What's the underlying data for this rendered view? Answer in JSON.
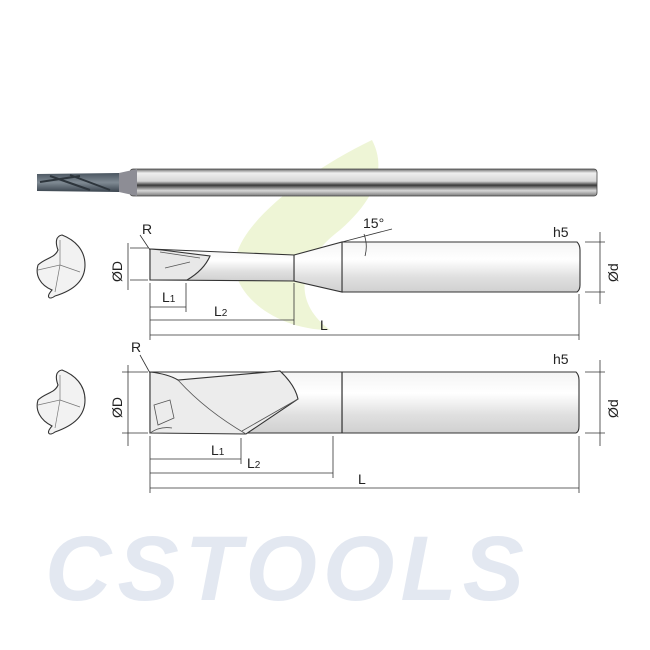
{
  "watermark": {
    "text": "CSTOOLS",
    "color": "#e3e8f1",
    "leaf_color": "#eef5d6"
  },
  "tool_small": {
    "radius_label": "R",
    "angle_label": "15°",
    "tolerance_label": "h5",
    "cutter_diameter_label": "ØD",
    "shank_diameter_label": "Ød",
    "l1_label": "L",
    "l1_sub": "1",
    "l2_label": "L",
    "l2_sub": "2",
    "overall_length_label": "L"
  },
  "tool_large": {
    "radius_label": "R",
    "tolerance_label": "h5",
    "cutter_diameter_label": "ØD",
    "shank_diameter_label": "Ød",
    "l1_label": "L",
    "l1_sub": "1",
    "l2_label": "L",
    "l2_sub": "2",
    "overall_length_label": "L"
  }
}
